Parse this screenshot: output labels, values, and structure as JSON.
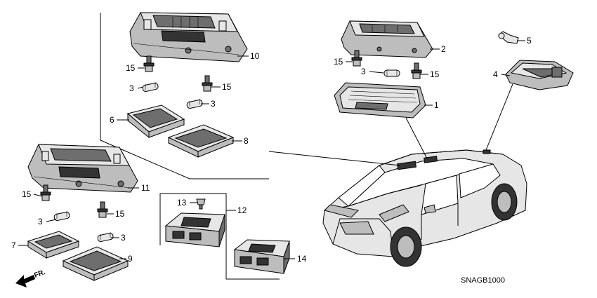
{
  "diagram": {
    "code": "SNAGB1000",
    "direction_label": "FR.",
    "callouts": [
      {
        "key": "c10",
        "label": "10"
      },
      {
        "key": "c15a",
        "label": "15"
      },
      {
        "key": "c3a",
        "label": "3"
      },
      {
        "key": "c15b",
        "label": "15"
      },
      {
        "key": "c3b",
        "label": "3"
      },
      {
        "key": "c6",
        "label": "6"
      },
      {
        "key": "c8",
        "label": "8"
      },
      {
        "key": "c11",
        "label": "11"
      },
      {
        "key": "c15c",
        "label": "15"
      },
      {
        "key": "c3c",
        "label": "3"
      },
      {
        "key": "c15d",
        "label": "15"
      },
      {
        "key": "c3d",
        "label": "3"
      },
      {
        "key": "c7",
        "label": "7"
      },
      {
        "key": "c9",
        "label": "9"
      },
      {
        "key": "c13",
        "label": "13"
      },
      {
        "key": "c12",
        "label": "12"
      },
      {
        "key": "c14",
        "label": "14"
      },
      {
        "key": "c2",
        "label": "2"
      },
      {
        "key": "c15e",
        "label": "15"
      },
      {
        "key": "c3e",
        "label": "3"
      },
      {
        "key": "c15f",
        "label": "15"
      },
      {
        "key": "c1",
        "label": "1"
      },
      {
        "key": "c5",
        "label": "5"
      },
      {
        "key": "c4",
        "label": "4"
      }
    ]
  }
}
